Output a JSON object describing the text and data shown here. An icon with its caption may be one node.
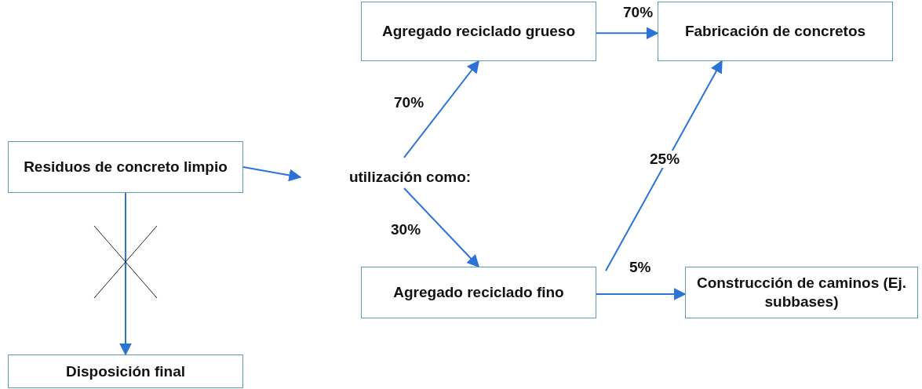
{
  "diagram": {
    "nodes": [
      {
        "text": [
          "Residuos de concreto limpio"
        ]
      },
      {
        "text": [
          "utilización como:"
        ]
      },
      {
        "text": [
          "Agregado reciclado grueso"
        ]
      },
      {
        "text": [
          "Fabricación de concretos"
        ]
      },
      {
        "text": [
          "Agregado reciclado fino"
        ]
      },
      {
        "text": [
          "Construcción de caminos (Ej. subbases)"
        ]
      },
      {
        "text": [
          "Disposición final"
        ]
      }
    ],
    "edges": [
      {
        "from": 0,
        "to": 1,
        "arrow": "to"
      },
      {
        "from": 1,
        "to": 2,
        "arrow": "to",
        "label": "70%"
      },
      {
        "from": 1,
        "to": 4,
        "arrow": "to",
        "label": "30%"
      },
      {
        "from": 2,
        "to": 3,
        "arrow": "to",
        "label": "70%"
      },
      {
        "from": 4,
        "to": 3,
        "arrow": "to",
        "label": "25%"
      },
      {
        "from": 4,
        "to": 5,
        "arrow": "to",
        "label": "5%"
      },
      {
        "from": 0,
        "to": 6,
        "arrow": "to"
      }
    ]
  }
}
